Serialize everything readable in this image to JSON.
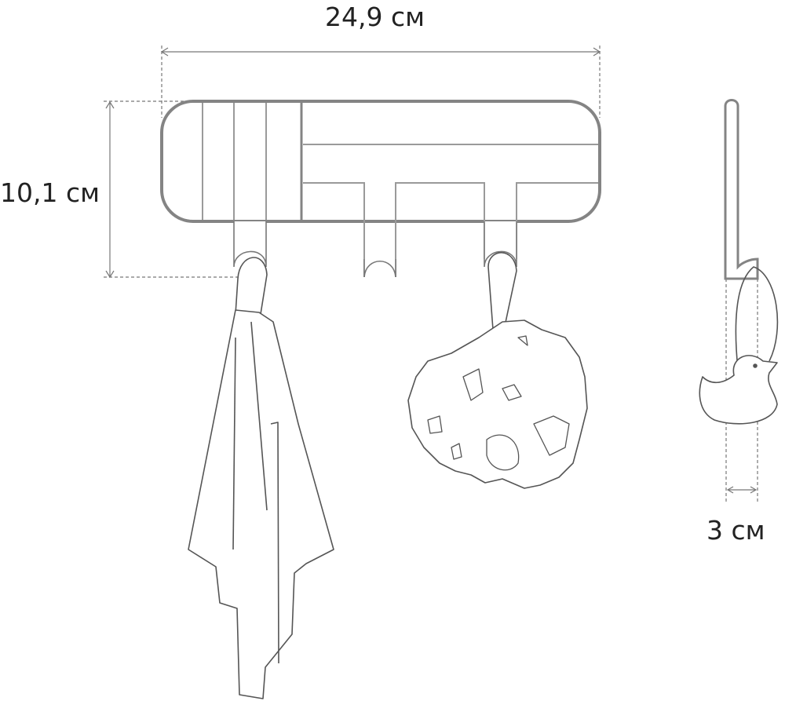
{
  "dimensions": {
    "width": "24,9 см",
    "height": "10,1 см",
    "depth": "3 см"
  },
  "colors": {
    "frame": "#848484",
    "inner": "#9a9a9a",
    "item": "#555555",
    "dim": "#777777"
  }
}
